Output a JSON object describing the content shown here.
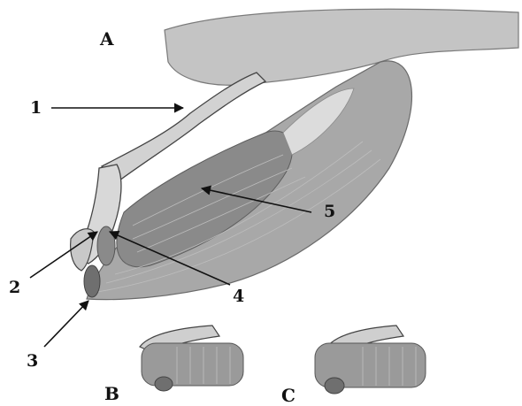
{
  "figure": {
    "panels": [
      {
        "id": "A",
        "label": "A"
      },
      {
        "id": "B",
        "label": "B"
      },
      {
        "id": "C",
        "label": "C"
      }
    ],
    "callouts": [
      {
        "id": "1",
        "label": "1"
      },
      {
        "id": "2",
        "label": "2"
      },
      {
        "id": "3",
        "label": "3"
      },
      {
        "id": "4",
        "label": "4"
      },
      {
        "id": "5",
        "label": "5"
      }
    ]
  },
  "colors": {
    "skin": "#c9c9c9",
    "skin_dark": "#a9a9a9",
    "muscle": "#8e8e8e",
    "muscle_dark": "#6f6f6f",
    "fiber": "#b8b8b8",
    "outline": "#3a3a3a",
    "arrow": "#111111"
  }
}
